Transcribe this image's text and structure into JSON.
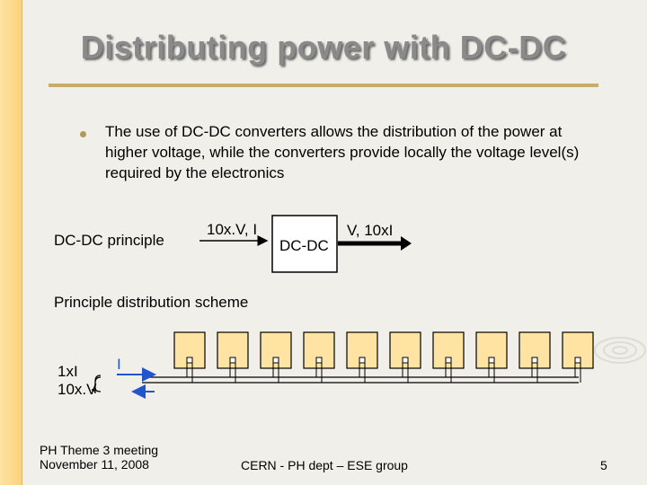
{
  "slide": {
    "title": "Distributing power with DC-DC",
    "bullet": "The use of DC-DC converters allows the distribution of the power at higher voltage, while the converters provide locally the voltage level(s) required by the electronics",
    "principle_label": "DC-DC principle",
    "input_label": "10x.V, I",
    "converter_label": "DC-DC",
    "output_label": "V, 10xI",
    "scheme_label": "Principle distribution scheme",
    "current_label": "1xI",
    "voltage_label": "10x.V",
    "arrow_label": "I"
  },
  "footer": {
    "left_line1": "PH Theme 3 meeting",
    "left_line2": "November 11, 2008",
    "center": "CERN - PH dept – ESE group",
    "page_number": "5"
  },
  "colors": {
    "accent_bar": "#fbd27a",
    "module_fill": "#ffe3a3",
    "arrow_blue": "#2255cc",
    "title_gray": "#8a8a8a",
    "rule": "#c8ac6a"
  }
}
